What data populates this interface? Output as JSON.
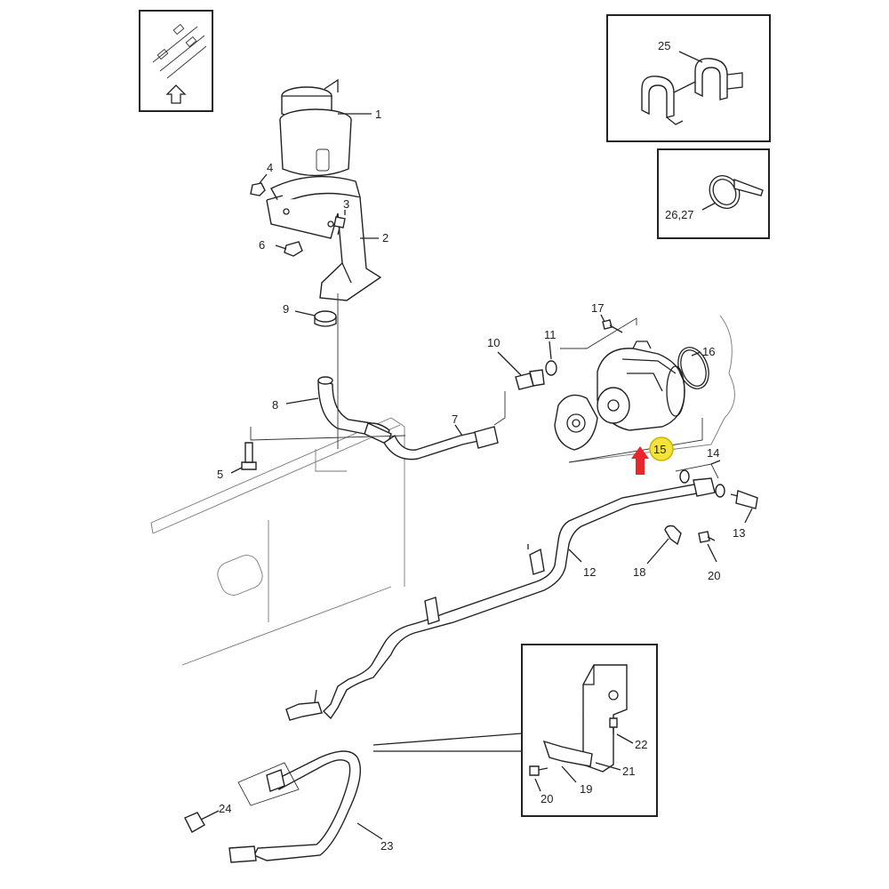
{
  "callouts": {
    "c1": "1",
    "c2": "2",
    "c3": "3",
    "c4": "4",
    "c5": "5",
    "c6": "6",
    "c7": "7",
    "c8": "8",
    "c9": "9",
    "c10": "10",
    "c11": "11",
    "c12": "12",
    "c13": "13",
    "c14": "14",
    "c15": "15",
    "c16": "16",
    "c17": "17",
    "c18": "18",
    "c19": "19",
    "c20a": "20",
    "c20b": "20",
    "c21": "21",
    "c22": "22",
    "c23": "23",
    "c24": "24",
    "c25": "25",
    "c26_27": "26,27"
  },
  "colors": {
    "highlight_badge": "#f5e33a",
    "highlight_ring": "#c9b400",
    "arrow": "#e8262b",
    "lines": "#222222"
  },
  "icons": {
    "orientation": "up-arrow-icon"
  }
}
